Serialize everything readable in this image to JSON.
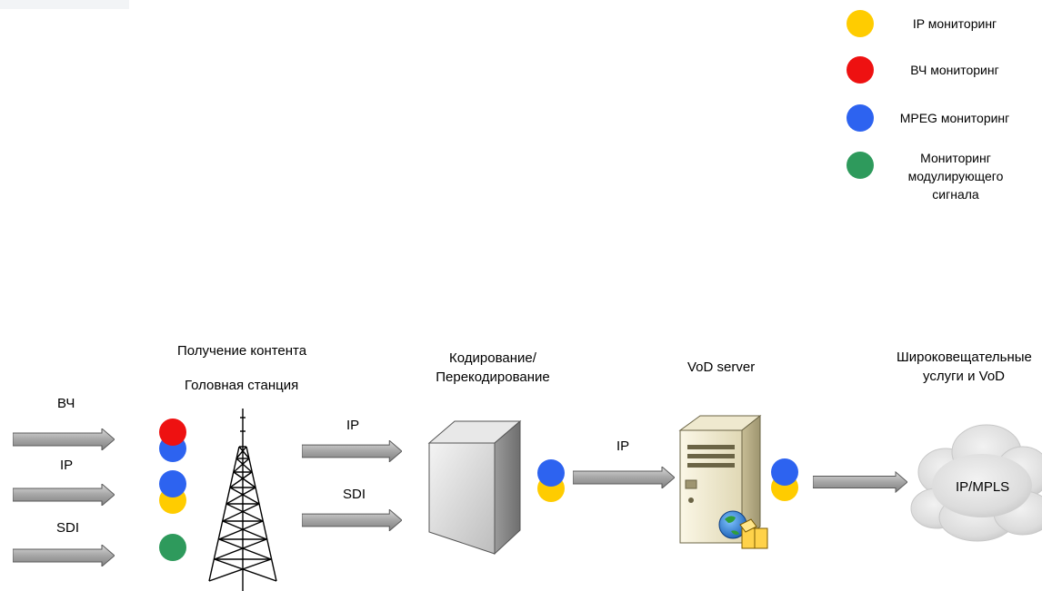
{
  "legend": [
    {
      "color": "#ffcc00",
      "label": "IP мониторинг"
    },
    {
      "color": "#ee1111",
      "label": "ВЧ мониторинг"
    },
    {
      "color": "#2d63f0",
      "label": "MPEG мониторинг"
    },
    {
      "color": "#2e9a5c",
      "label_lines": [
        "Мониторинг",
        "модулирующего",
        "сигнала"
      ]
    }
  ],
  "inputs": [
    "ВЧ",
    "IP",
    "SDI"
  ],
  "headend": {
    "title_line1": "Получение контента",
    "title_line2": "Головная станция",
    "out_ip": "IP",
    "out_sdi": "SDI"
  },
  "encoder": {
    "title_line1": "Кодирование/",
    "title_line2": "Перекодирование",
    "out_label": "IP"
  },
  "vod": {
    "title": "VoD server"
  },
  "broadcast": {
    "title_line1": "Широковещательные",
    "title_line2": "услуги и VoD",
    "cloud_label": "IP/MPLS"
  }
}
